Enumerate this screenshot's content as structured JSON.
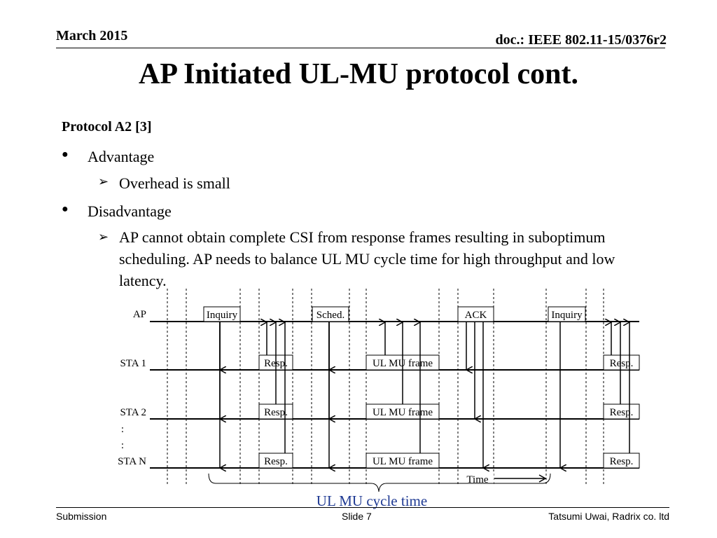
{
  "header": {
    "date": "March 2015",
    "doc": "doc.: IEEE 802.11-15/0376r2"
  },
  "title": "AP Initiated UL-MU protocol cont.",
  "content": {
    "protocol_heading": "Protocol A2 [3]",
    "bullets": [
      {
        "text": "Advantage",
        "sub": "Overhead is small"
      },
      {
        "text": "Disadvantage",
        "sub": "AP cannot obtain complete CSI from response frames resulting in suboptimum scheduling. AP needs to balance UL MU cycle time for high throughput and low latency."
      }
    ],
    "bullet_symbol": "●",
    "sub_bullet_symbol": "➢"
  },
  "diagram": {
    "rows": {
      "ap": "AP",
      "sta1": "STA 1",
      "sta2": "STA 2",
      "staN": "STA N",
      "ellipsis": ":"
    },
    "frames": {
      "inquiry": "Inquiry",
      "sched": "Sched.",
      "ack": "ACK",
      "resp": "Resp.",
      "ul_mu": "UL MU frame"
    },
    "time_label": "Time",
    "cycle_label": "UL MU cycle time",
    "cycle_label_color": "#1f3a93"
  },
  "footer": {
    "left": "Submission",
    "center": "Slide 7",
    "right": "Tatsumi Uwai, Radrix co. ltd"
  }
}
